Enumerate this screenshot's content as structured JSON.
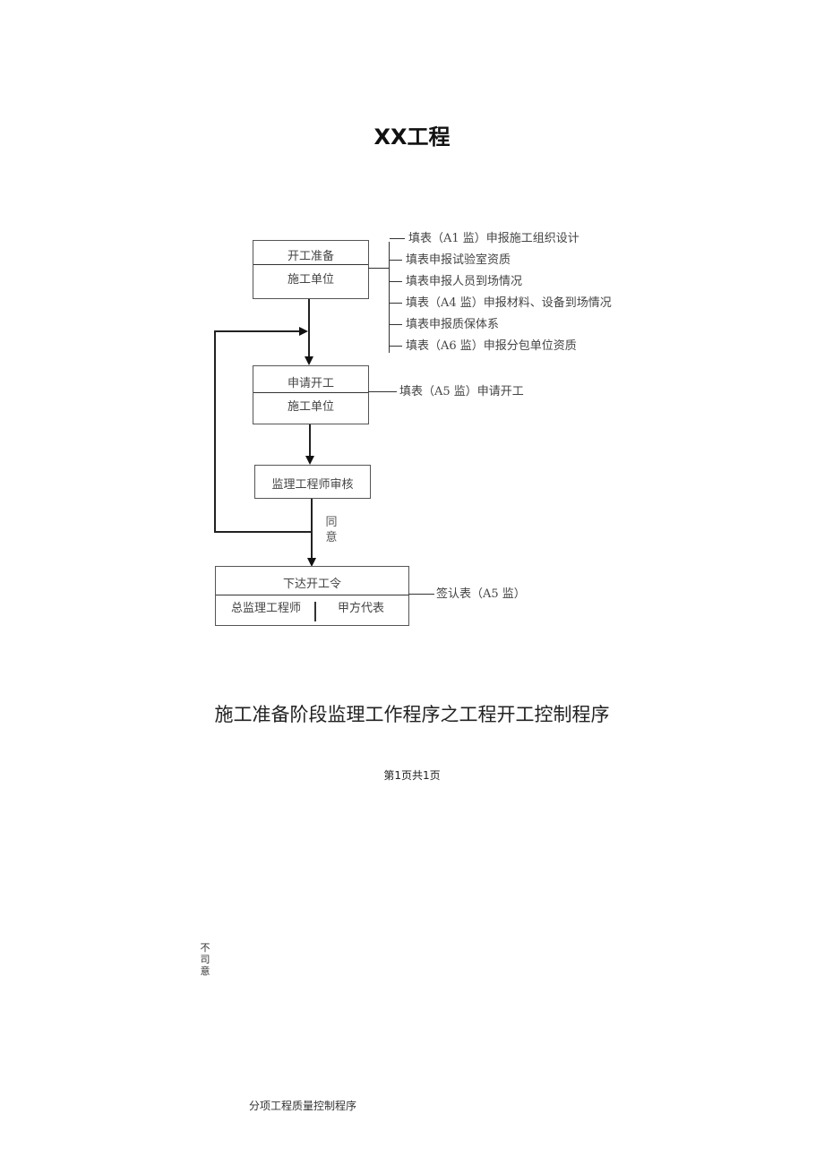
{
  "document": {
    "title": "XX工程",
    "caption": "施工准备阶段监理工作程序之工程开工控制程序",
    "page_indicator": "第1页共1页",
    "stray_vertical_label": [
      "不",
      "司",
      "意"
    ],
    "next_section_label": "分项工程质量控制程序"
  },
  "flowchart": {
    "step1": {
      "top": "开工准备",
      "bottom": "施工单位",
      "notes": [
        "填表（A1 监）申报施工组织设计",
        "填表申报试验室资质",
        "填表申报人员到场情况",
        "填表（A4 监）申报材料、设备到场情况",
        "填表申报质保体系",
        "填表（A6 监）申报分包单位资质"
      ]
    },
    "step2": {
      "top": "申请开工",
      "bottom": "施工单位",
      "note": "填表（A5 监）申请开工"
    },
    "step3": {
      "label": "监理工程师审核"
    },
    "agree_label": [
      "同",
      "意"
    ],
    "step4": {
      "top": "下达开工令",
      "bottom_left": "总监理工程师",
      "bottom_right": "甲方代表",
      "note": "签认表（A5 监）"
    }
  }
}
